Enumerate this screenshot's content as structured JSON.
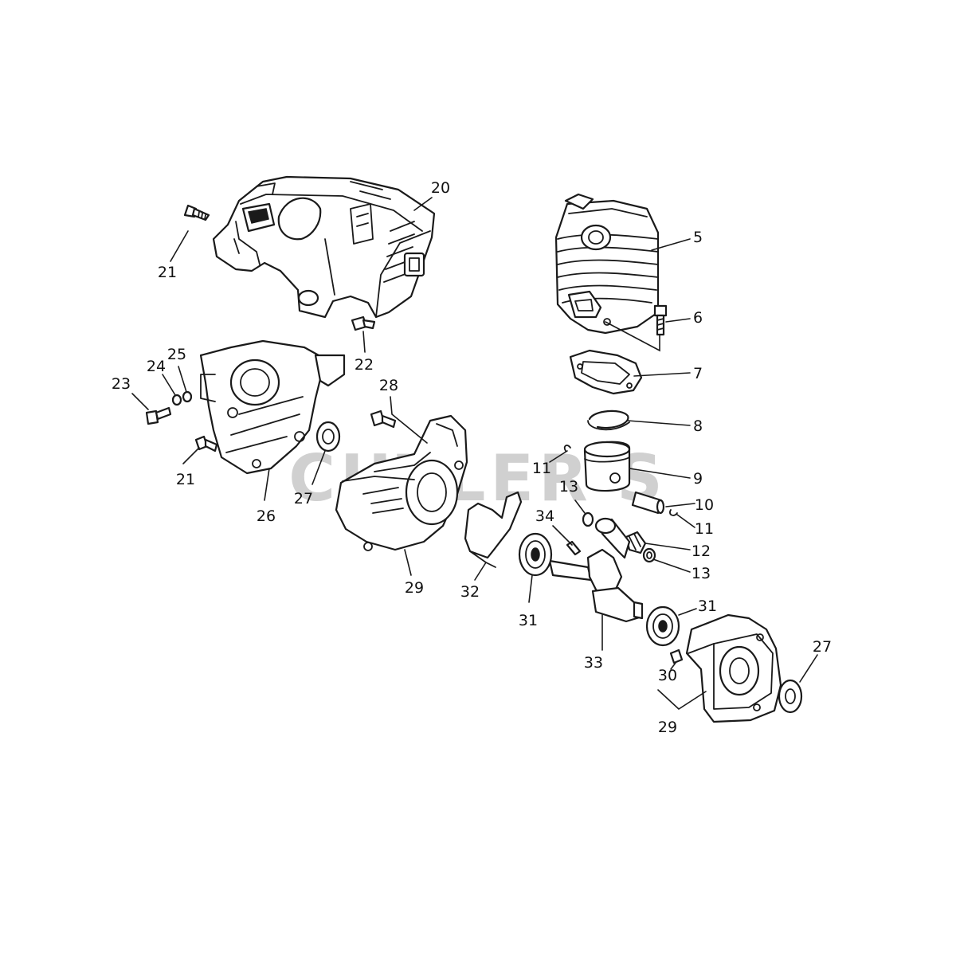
{
  "watermark": "CUTLER'S",
  "callouts": [
    {
      "id": "c20",
      "text": "20"
    },
    {
      "id": "c21a",
      "text": "21"
    },
    {
      "id": "c22",
      "text": "22"
    },
    {
      "id": "c5",
      "text": "5"
    },
    {
      "id": "c6",
      "text": "6"
    },
    {
      "id": "c7",
      "text": "7"
    },
    {
      "id": "c8",
      "text": "8"
    },
    {
      "id": "c9",
      "text": "9"
    },
    {
      "id": "c10",
      "text": "10"
    },
    {
      "id": "c11a",
      "text": "11"
    },
    {
      "id": "c11b",
      "text": "11"
    },
    {
      "id": "c12",
      "text": "12"
    },
    {
      "id": "c13a",
      "text": "13"
    },
    {
      "id": "c13b",
      "text": "13"
    },
    {
      "id": "c23",
      "text": "23"
    },
    {
      "id": "c24",
      "text": "24"
    },
    {
      "id": "c25",
      "text": "25"
    },
    {
      "id": "c21b",
      "text": "21"
    },
    {
      "id": "c26",
      "text": "26"
    },
    {
      "id": "c27a",
      "text": "27"
    },
    {
      "id": "c28",
      "text": "28"
    },
    {
      "id": "c29a",
      "text": "29"
    },
    {
      "id": "c32",
      "text": "32"
    },
    {
      "id": "c34",
      "text": "34"
    },
    {
      "id": "c31a",
      "text": "31"
    },
    {
      "id": "c33",
      "text": "33"
    },
    {
      "id": "c31b",
      "text": "31"
    },
    {
      "id": "c30",
      "text": "30"
    },
    {
      "id": "c29b",
      "text": "29"
    },
    {
      "id": "c27b",
      "text": "27"
    }
  ]
}
